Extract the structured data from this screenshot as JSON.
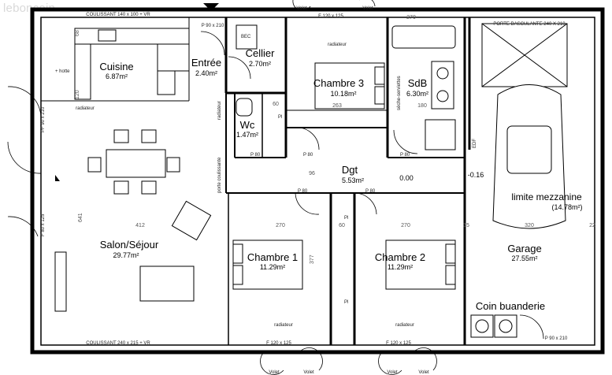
{
  "watermark": "leboncoin",
  "rooms": [
    {
      "id": "cuisine",
      "name": "Cuisine",
      "area": "6.87m²"
    },
    {
      "id": "entree",
      "name": "Entrée",
      "area": "2.40m²"
    },
    {
      "id": "cellier",
      "name": "Cellier",
      "area": "2.70m²"
    },
    {
      "id": "chambre3",
      "name": "Chambre 3",
      "area": "10.18m²"
    },
    {
      "id": "sdb",
      "name": "SdB",
      "area": "6.30m²"
    },
    {
      "id": "wc",
      "name": "Wc",
      "area": "1.47m²"
    },
    {
      "id": "dgt",
      "name": "Dgt",
      "area": "5.53m²"
    },
    {
      "id": "salon",
      "name": "Salon/Séjour",
      "area": "29.77m²"
    },
    {
      "id": "chambre1",
      "name": "Chambre 1",
      "area": "11.29m²"
    },
    {
      "id": "chambre2",
      "name": "Chambre 2",
      "area": "11.29m²"
    },
    {
      "id": "garage",
      "name": "Garage",
      "area": "27.55m²"
    },
    {
      "id": "mezzanine",
      "name": "limite mezzanine",
      "area": "(14.78m²)"
    },
    {
      "id": "buanderie",
      "name": "Coin buanderie",
      "area": ""
    }
  ],
  "labels": {
    "coulissant_top": "COULISSANT 140 x 100 + VR",
    "coulissant_bottom": "COULISSANT 240 x 215 + VR",
    "porte_basculante": "PORTE BASCULANTE 240 X 210",
    "p90_entree": "P 90 x 210",
    "p90_garage": "P 90 x 210",
    "f120_top": "F 120 x 125",
    "f120_bl": "F 120 x 125",
    "f120_br": "F 120 x 125",
    "pf90": "PF 90 x 210",
    "f80": "F 80 x 125",
    "volet": "Volet",
    "radiateur": "radiateur",
    "hotte": "+ hotte",
    "seche_serviettes": "sèche-serviettes",
    "porte_coulissante": "porte coulissante",
    "edf": "EDF",
    "level_dgt": "0.00",
    "level_garage": "-0.16",
    "pl": "Pl",
    "p80": "P 80",
    "bec": "BEC",
    "d412": "412",
    "d270a": "270",
    "d270b": "270",
    "d270c": "270",
    "d60a": "60",
    "d60b": "60",
    "d263": "263",
    "d180": "180",
    "d96": "96",
    "d641": "641",
    "d377": "377",
    "d320": "320",
    "d35": "35",
    "d22": "22",
    "d68": "68",
    "d120": "120"
  }
}
